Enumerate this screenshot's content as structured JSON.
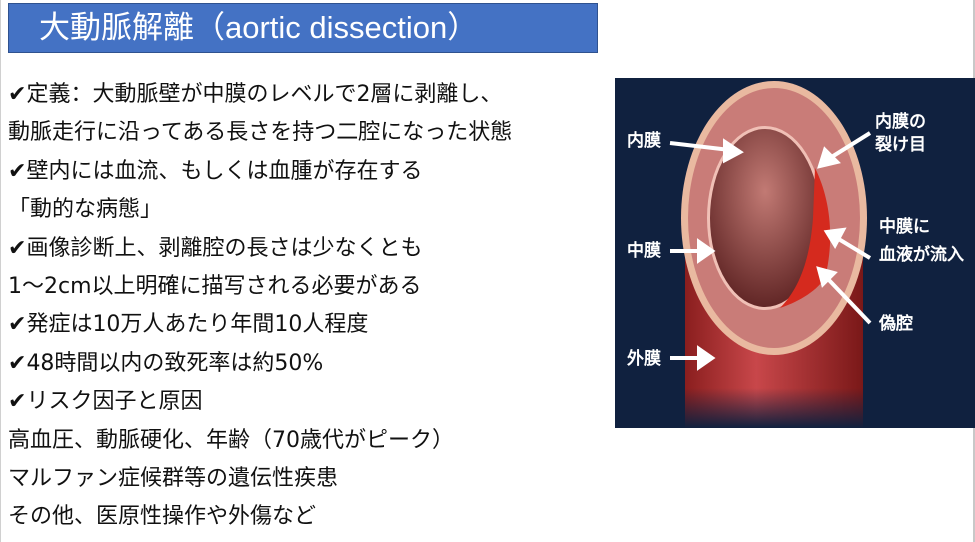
{
  "title": "大動脈解離（aortic dissection）",
  "check_mark": "✔",
  "lines": [
    {
      "check": true,
      "text": "定義：大動脈壁が中膜のレベルで2層に剥離し、"
    },
    {
      "check": false,
      "text": "動脈走行に沿ってある長さを持つ二腔になった状態"
    },
    {
      "check": true,
      "text": "壁内には血流、もしくは血腫が存在する"
    },
    {
      "check": false,
      "text": "「動的な病態」"
    },
    {
      "check": true,
      "text": "画像診断上、剥離腔の長さは少なくとも"
    },
    {
      "check": false,
      "text": "1〜2cm以上明確に描写される必要がある"
    },
    {
      "check": true,
      "text": "発症は10万人あたり年間10人程度"
    },
    {
      "check": true,
      "text": "48時間以内の致死率は約50%"
    },
    {
      "check": true,
      "text": "リスク因子と原因"
    },
    {
      "check": false,
      "text": "高血圧、動脈硬化、年齢（70歳代がピーク）"
    },
    {
      "check": false,
      "text": "マルファン症候群等の遺伝性疾患"
    },
    {
      "check": false,
      "text": "その他、医原性操作や外傷など"
    }
  ],
  "figure": {
    "labels": {
      "intima": "内膜",
      "tear_1": "内膜の",
      "tear_2": "裂け目",
      "media": "中膜",
      "inflow_1": "中膜に",
      "inflow_2": "血液が流入",
      "false_lumen": "偽腔",
      "adventitia": "外膜"
    }
  }
}
